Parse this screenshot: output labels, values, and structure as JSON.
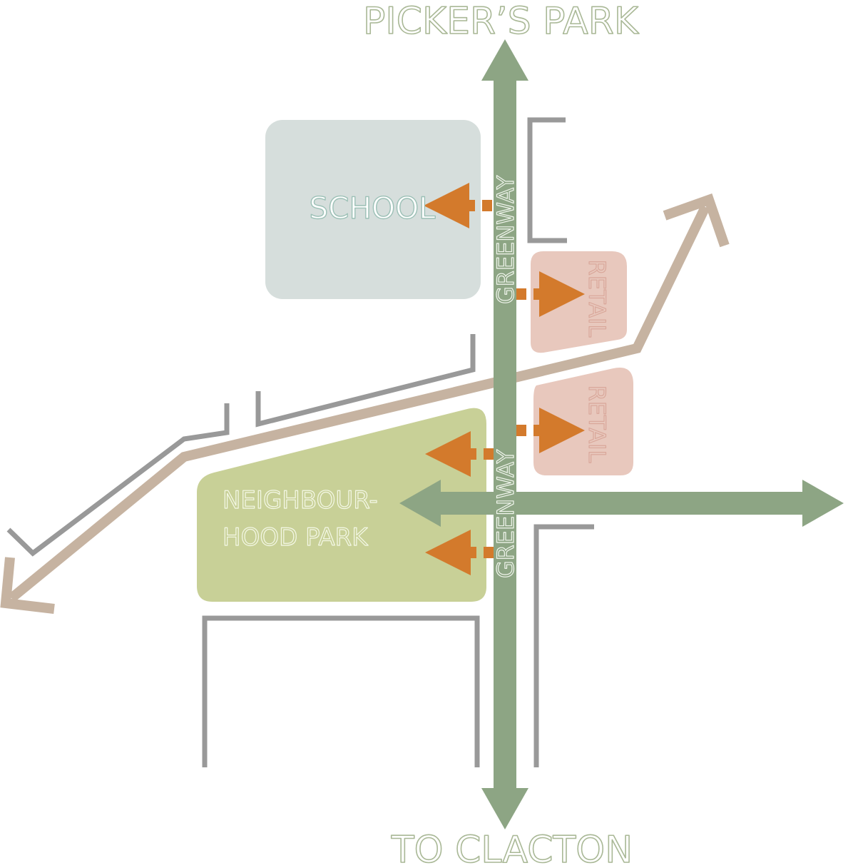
{
  "labels": {
    "top": "PICKER’S PARK",
    "bottom": "TO CLACTON",
    "school": "SCHOOL",
    "park_line1": "NEIGHBOUR-",
    "park_line2": "HOOD PARK",
    "retail_upper": "RETAIL",
    "retail_lower": "RETAIL",
    "greenway_upper": "GREENWAY",
    "greenway_lower": "GREENWAY"
  },
  "colors": {
    "greenway": "#8da584",
    "school": "#d6dedc",
    "retail": "#e8c8bd",
    "park": "#c8d097",
    "path": "#c6b3a1",
    "street_edge": "#999999",
    "access_arrow": "#d37a2c"
  }
}
